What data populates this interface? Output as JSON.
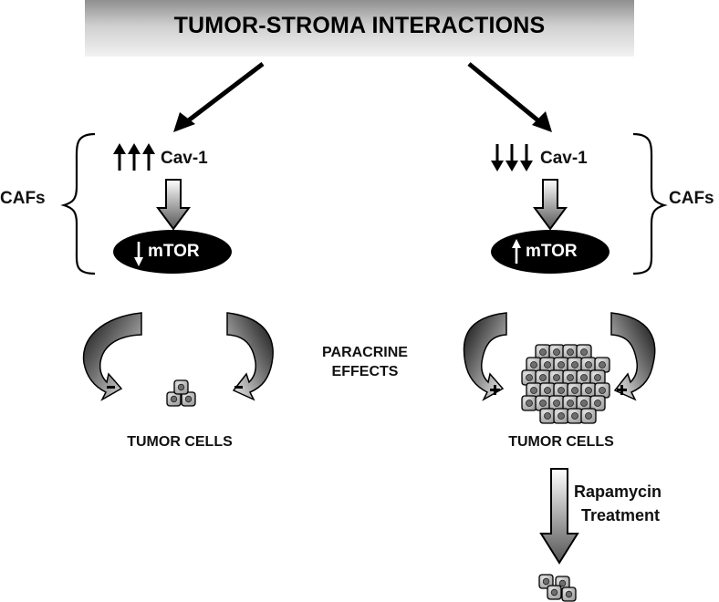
{
  "title": "TUMOR-STROMA INTERACTIONS",
  "left": {
    "cav1_label": "Cav-1",
    "cav1_direction": "up",
    "mtor_label": "mTOR",
    "mtor_direction": "down",
    "caf_label": "CAFs",
    "effect_signs": [
      "-",
      "-"
    ],
    "cells_label": "TUMOR CELLS",
    "cell_count": 3
  },
  "right": {
    "cav1_label": "Cav-1",
    "cav1_direction": "down",
    "mtor_label": "mTOR",
    "mtor_direction": "up",
    "caf_label": "CAFs",
    "effect_signs": [
      "+",
      "+"
    ],
    "cells_label": "TUMOR CELLS",
    "treatment_line1": "Rapamycin",
    "treatment_line2": "Treatment",
    "treated_cell_count": 4
  },
  "center": {
    "line1": "PARACRINE",
    "line2": "EFFECTS"
  },
  "colors": {
    "ellipse": "#000000",
    "cell_fill": "#b9b9b9",
    "nucleus": "#6e6e6e"
  }
}
